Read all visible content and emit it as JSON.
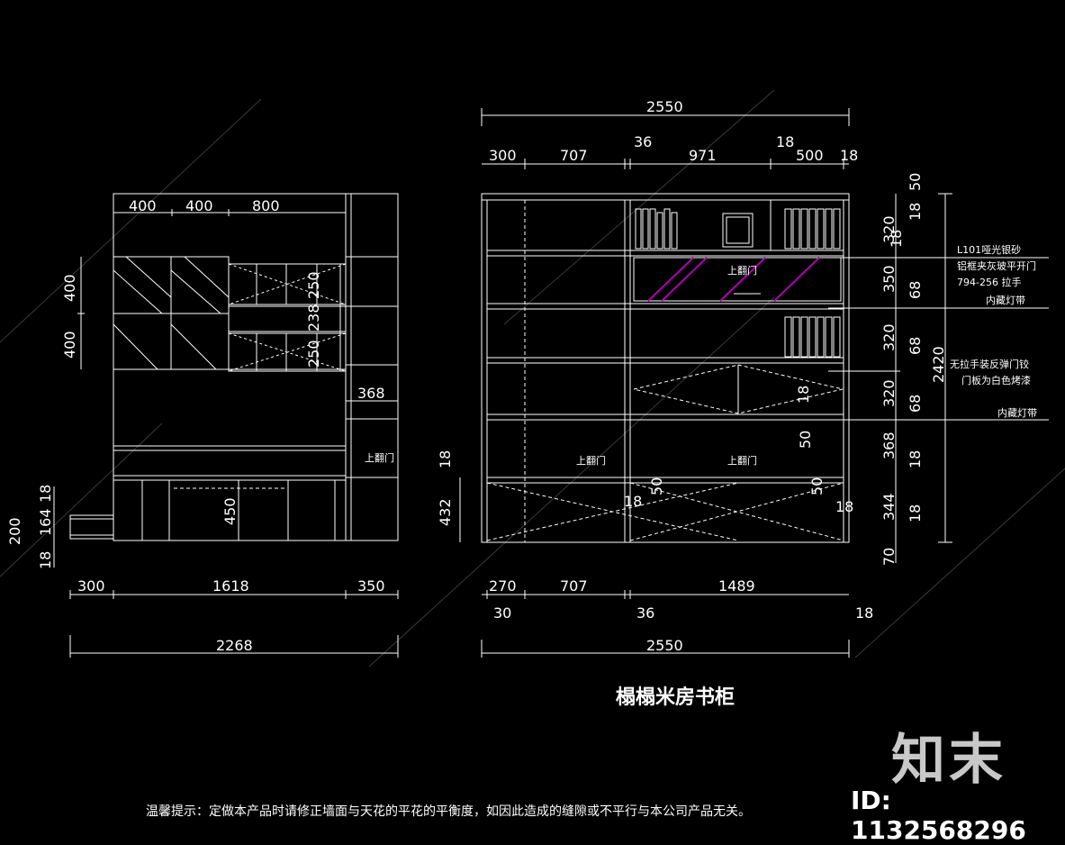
{
  "title": "榻榻米房书柜",
  "footer_note": "温馨提示：定做本产品时请修正墙面与天花的平花的平衡度，如因此造成的缝隙或不平行与本公司产品无关。",
  "watermark": {
    "brand": "知末",
    "id": "ID: 1132568296"
  },
  "left_view": {
    "top_dims": [
      "400",
      "400",
      "800"
    ],
    "left_dims": [
      "400",
      "400"
    ],
    "inner_dims": [
      "250",
      "238",
      "250"
    ],
    "side_dim": "368",
    "drawer_height": "450",
    "flip_door": "上翻门",
    "step_dims": [
      "18",
      "164",
      "200",
      "18"
    ],
    "bottom_dims": [
      "300",
      "1618",
      "350"
    ],
    "total_width": "2268"
  },
  "right_view": {
    "top_total": "2550",
    "top_dims": [
      "300",
      "707",
      "36",
      "971",
      "18",
      "500",
      "18"
    ],
    "right_dims": [
      "50",
      "18",
      "18",
      "320",
      "350",
      "68",
      "320",
      "68",
      "320",
      "68",
      "368",
      "18",
      "344",
      "18",
      "70"
    ],
    "total_height": "2420",
    "left_dims": [
      "18",
      "432"
    ],
    "inner_dims": [
      "18",
      "50",
      "50",
      "18",
      "50",
      "18"
    ],
    "flip_doors": [
      "上翻门",
      "上翻门",
      "上翻门"
    ],
    "bottom_dims": [
      "270",
      "707",
      "1489"
    ],
    "bottom_small": [
      "30",
      "36",
      "18"
    ],
    "bottom_total": "2550",
    "notes": {
      "glass_door_1": "L101哑光银砂",
      "glass_door_2": "铝框夹灰玻平开门",
      "glass_door_3": "794-256 拉手",
      "light_strip_1": "内藏灯带",
      "push_door_1": "无拉手装反弹门铰",
      "push_door_2": "门板为白色烤漆",
      "light_strip_2": "内藏灯带"
    }
  },
  "colors": {
    "background": "#000000",
    "lines": "#ffffff",
    "glass_accent": "#b000b0",
    "watermark": "#555555"
  }
}
